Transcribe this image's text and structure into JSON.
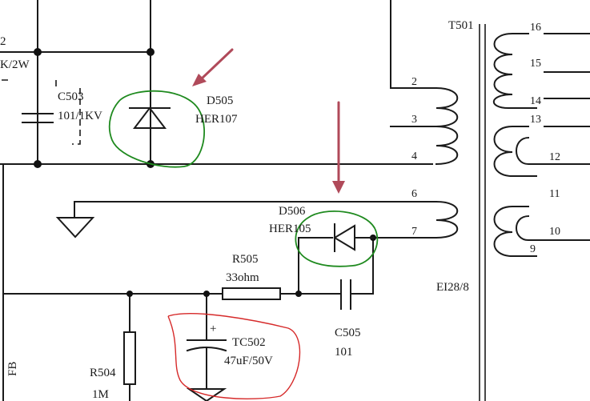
{
  "labels": {
    "top_left_1": "2",
    "top_left_2": "K/2W",
    "c503_name": "C503",
    "c503_value": "101/1KV",
    "d505_name": "D505",
    "d505_value": "HER107",
    "t501_name": "T501",
    "core": "EI28/8",
    "d506_name": "D506",
    "d506_value": "HER105",
    "r505_name": "R505",
    "r505_value": "33ohm",
    "c505_name": "C505",
    "c505_value": "101",
    "tc502_name": "TC502",
    "tc502_value": "47uF/50V",
    "r504_name": "R504",
    "r504_value": "1M",
    "fb": "FB",
    "plus": "+"
  },
  "pins": {
    "p2": "2",
    "p3": "3",
    "p4": "4",
    "p6": "6",
    "p7": "7",
    "p16": "16",
    "p15": "15",
    "p14": "14",
    "p13": "13",
    "p12": "12",
    "p11": "11",
    "p10": "10",
    "p9": "9"
  },
  "annotation_colors": {
    "circle": "#1f8a1f",
    "arrow": "#b04a5a",
    "highlight": "#d62a2a"
  }
}
